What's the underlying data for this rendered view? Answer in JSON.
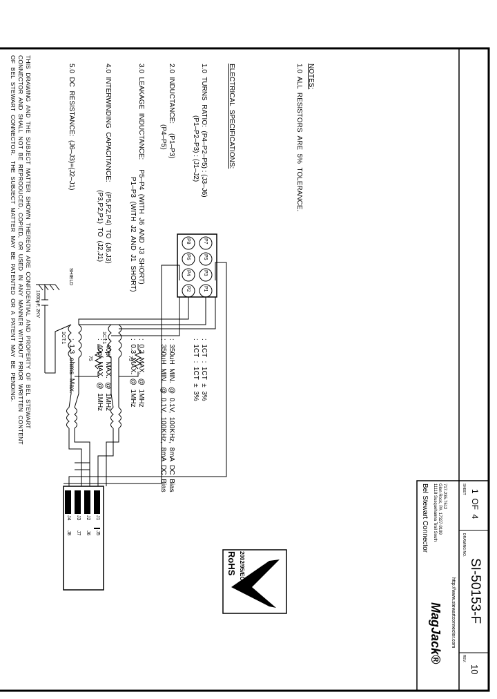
{
  "notes": {
    "heading": "NOTES:",
    "resistor_note": "1.0  ALL  RESISTORS  ARE  5%  TOLERANCE."
  },
  "specs": {
    "heading": "ELECTRICAL  SPECIFICATIONS:",
    "turns_label": "1.0  TURNS  RATIO:  (P4–P2–P5) : (J3–J6)",
    "turns_label2": "(P1–P2–P3) : (J1–J2)",
    "turns_val1": ":  1CT  :  1CT  ±  3%",
    "turns_val2": ":  1CT  :  1CT  ±  3%",
    "ind_label": "2.0  INDUCTANCE:     (P1–P3)",
    "ind_label2": "(P4–P5)",
    "ind_val1": ":  350uH  MIN.  @  0.1V,  100KHz,  8mA  DC  Bias",
    "ind_val2": ":  350uH  MIN.  @  0.1V,  100KHz,  8mA  DC  Bias",
    "leak_label": "3.0  LEAKAGE  INDUCTANCE:     P5–P4  (WITH  J6  AND  J3  SHORT)",
    "leak_label2": "P1–P3  (WITH  J2  AND  J1  SHORT)",
    "leak_val1": ":  0.3  MAX.  @  1MHz",
    "leak_val2": ":  0.3  MAX.  @  1MHz",
    "cap_label": "4.0  INTERWINDING  CAPACITANCE:     (P5,P2,P4)  TO  (J6,J3)",
    "cap_label2": "(P3,P2,P1)  TO  (J2,J1)",
    "cap_val1": ":  40pf  MAX.  @  1MHz",
    "cap_val2": ":  40pf  MAX.  @  1MHz",
    "dcr_label": "5.0  DC  RESISTANCE:  (J6–J3)=(J2–J1)",
    "dcr_val": ":  1.3  ohms  Max."
  },
  "confidential": {
    "line1": "THIS  DRAWING  AND  THE  SUBJECT  MATTER  SHOWN  THEREON  ARE  CONFIDENTIAL  AND  PROPERTY  OF  BEL  STEWART",
    "line2": "CONNECTOR  AND  SHALL  NOT  BE  REPRODUCED,  COPIED,  OR  USED  IN  ANY  MANNER  WITHOUT  PRIOR  WRITTEN  CONTENT",
    "line3": "OF  BEL  STEWART  CONNECTOR.   THE  SUBJECT  MATTER  MAY  BE  PATENTED  OR  A  PATENT  MAY  BE  PENDING."
  },
  "schematic": {
    "p_pins_left": [
      "P7",
      "P5",
      "P3",
      "P1"
    ],
    "p_pins_right": [
      "P8",
      "P6",
      "P4",
      "P2"
    ],
    "j_pins": [
      "J1",
      "J2",
      "J3",
      "J4",
      "J5",
      "J6",
      "J7",
      "J8"
    ],
    "cap_label": "1000pF, 2KV",
    "shield_label": "SHIELD",
    "ratio_label": "1CT:1",
    "resistor_label": "75"
  },
  "rohs": {
    "title": "RoHS",
    "directive": "2002/95/EC"
  },
  "title_block": {
    "company": "Bel Stewart Connector",
    "address1": "11118 Susquehanna Trail South",
    "address2": "Glen Rock, PA  17327-9199",
    "address3": "717-235-7512",
    "website": "http://www.stewartconnector.com",
    "brand": "MagJack®",
    "sheet_label": "SHEET",
    "sheet_value": "1  OF  4",
    "drawing_label": "DRAWING NO.",
    "drawing_value": "SI-50153-F",
    "rev_label": "REV.",
    "rev_value": "10"
  },
  "colors": {
    "ink": "#000000",
    "paper": "#ffffff"
  }
}
